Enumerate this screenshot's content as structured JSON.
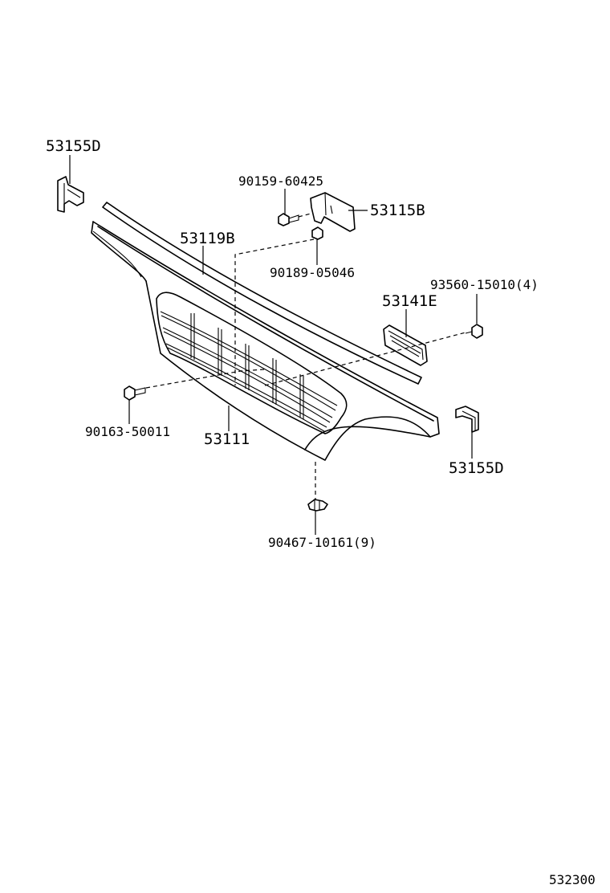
{
  "labels": {
    "moulding_clip_left": "53155D",
    "moulding_clip_right": "53155D",
    "bolt_top": "90159-60425",
    "bracket": "53115B",
    "moulding": "53119B",
    "nut": "90189-05046",
    "screw_right": "93560-15010(4)",
    "emblem": "53141E",
    "screw_left": "90163-50011",
    "grille": "53111",
    "clip_bottom": "90467-10161(9)",
    "figure_number": "532300"
  }
}
